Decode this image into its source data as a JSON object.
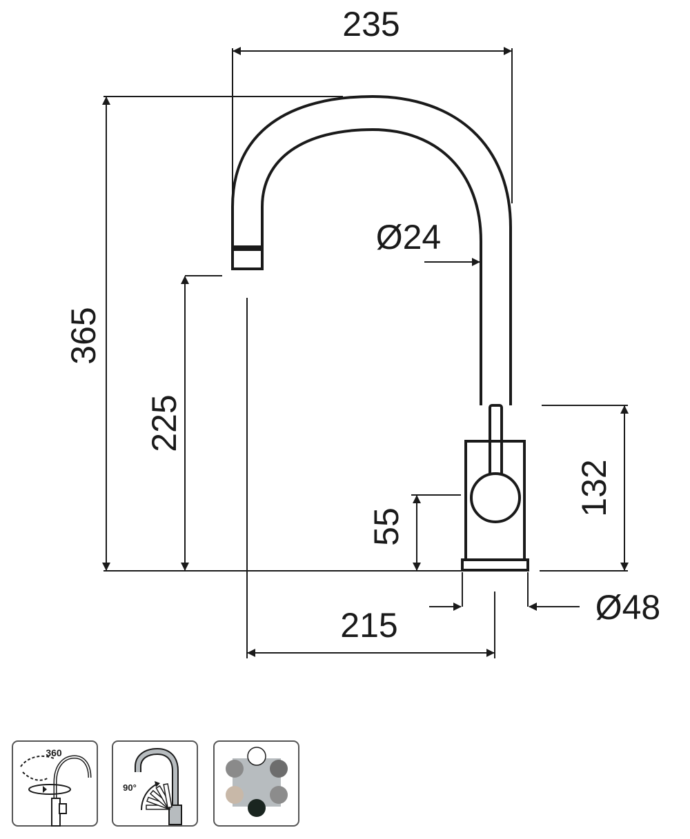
{
  "dimensions": {
    "spout_reach": "235",
    "total_height": "365",
    "spout_height": "225",
    "spout_diameter": "Ø24",
    "lever_height": "132",
    "handle_height": "55",
    "base_to_spout": "215",
    "base_diameter": "Ø48"
  },
  "icons": {
    "rotation_label": "360",
    "lever_angle_label": "90°",
    "finish_colors": [
      "#ffffff",
      "#8a8a8a",
      "#6d6d6d",
      "#c8b8a8",
      "#8c8c8c",
      "#1a2520"
    ],
    "finish_center_color": "#b7bcbf"
  },
  "colors": {
    "line": "#1a1a1a",
    "icon_border": "#555555",
    "spout_icon_fill": "#b7bcbf"
  }
}
